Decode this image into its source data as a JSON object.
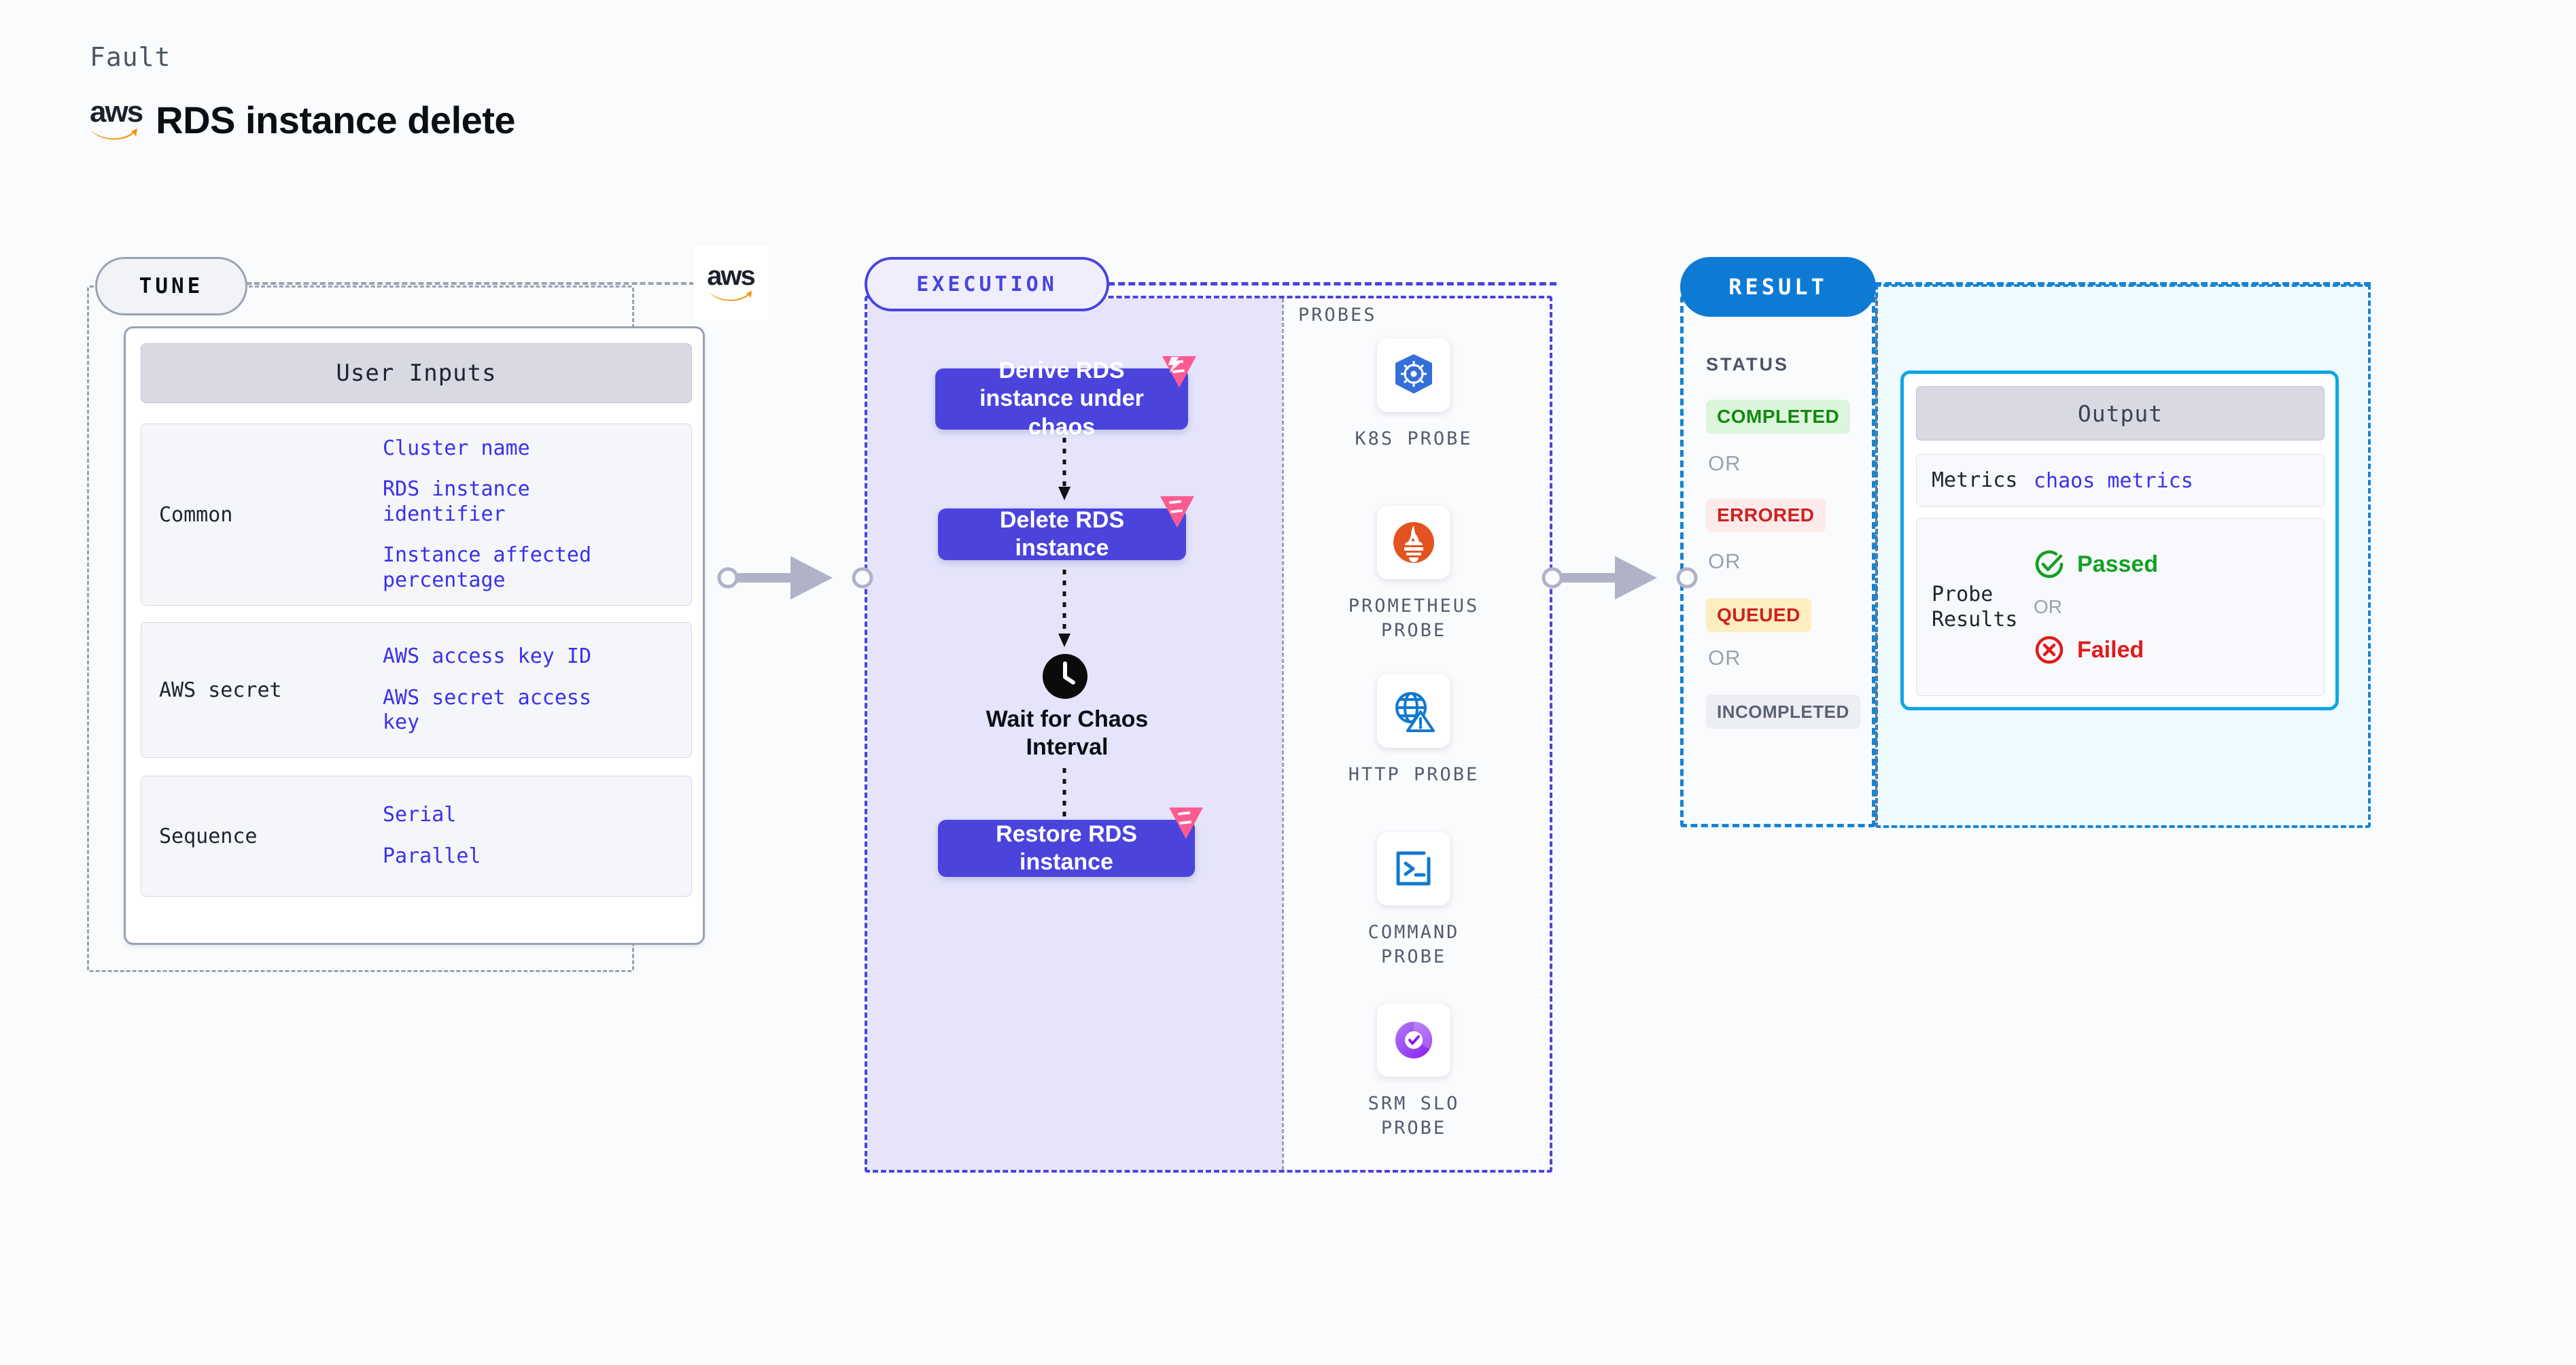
{
  "header": {
    "fault_label": "Fault",
    "title": "RDS instance delete",
    "logo_name": "aws-logo",
    "logo_word": "aws"
  },
  "tune": {
    "badge": "TUNE",
    "provider_logo": "aws",
    "card_title": "User Inputs",
    "groups": [
      {
        "label": "Common",
        "values": [
          "Cluster name",
          "RDS instance identifier",
          "Instance affected percentage"
        ]
      },
      {
        "label": "AWS secret",
        "values": [
          "AWS access key ID",
          "AWS secret access key"
        ]
      },
      {
        "label": "Sequence",
        "values": [
          "Serial",
          "Parallel"
        ]
      }
    ]
  },
  "execution": {
    "badge": "EXECUTION",
    "steps": [
      {
        "label": "Derive RDS instance under chaos",
        "badge_icon": "harness-chaos-badge-icon"
      },
      {
        "label": "Delete RDS instance",
        "badge_icon": "harness-chaos-badge-icon"
      }
    ],
    "wait": {
      "icon": "clock-icon",
      "label": "Wait for Chaos Interval"
    },
    "final_step": {
      "label": "Restore RDS instance",
      "badge_icon": "harness-chaos-badge-icon"
    }
  },
  "probes": {
    "title": "PROBES",
    "items": [
      {
        "name": "K8S PROBE",
        "icon": "kubernetes-icon"
      },
      {
        "name": "PROMETHEUS PROBE",
        "icon": "prometheus-icon"
      },
      {
        "name": "HTTP PROBE",
        "icon": "http-globe-warning-icon"
      },
      {
        "name": "COMMAND PROBE",
        "icon": "terminal-icon"
      },
      {
        "name": "SRM SLO PROBE",
        "icon": "srm-slo-icon"
      }
    ]
  },
  "result": {
    "badge": "RESULT",
    "status_label": "STATUS",
    "or_text": "OR",
    "statuses": [
      {
        "label": "COMPLETED",
        "bg": "#dcf5dc",
        "fg": "#13890f"
      },
      {
        "label": "ERRORED",
        "bg": "#fdeaea",
        "fg": "#cf2020"
      },
      {
        "label": "QUEUED",
        "bg": "#fdeec0",
        "fg": "#cf2020"
      },
      {
        "label": "INCOMPLETED",
        "bg": "#eceef4",
        "fg": "#5a6375"
      }
    ]
  },
  "output": {
    "title": "Output",
    "metrics_label": "Metrics",
    "metrics_value": "chaos metrics",
    "probe_results_label": "Probe Results",
    "passed_label": "Passed",
    "failed_label": "Failed",
    "or_text": "OR",
    "passed_color": "#12a024",
    "failed_color": "#e01b1b"
  },
  "colors": {
    "accent_indigo": "#4a44dd",
    "accent_blue": "#1484d6",
    "aws_orange": "#f59000",
    "probe_text": "#555c6e"
  }
}
